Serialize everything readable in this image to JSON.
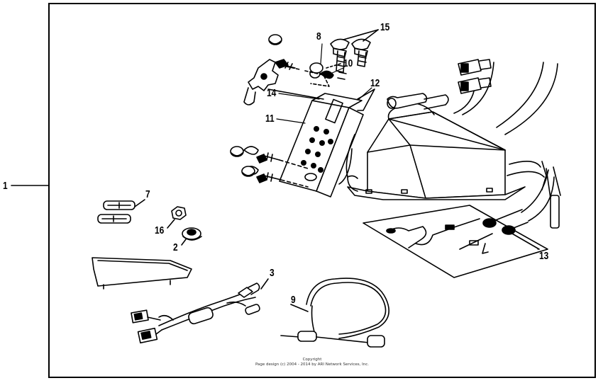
{
  "callouts": {
    "c1": "1",
    "c2": "2",
    "c3": "3",
    "c7": "7",
    "c8": "8",
    "c9": "9",
    "c10": "10",
    "c11": "11",
    "c12": "12",
    "c13": "13",
    "c14": "14",
    "c15": "15",
    "c16": "16"
  },
  "copyright": {
    "line1": "Copyright",
    "line2": "Page design (c) 2004 - 2014 by ARI Network Services, Inc."
  },
  "colors": {
    "ink": "#000000",
    "paper": "#ffffff"
  }
}
